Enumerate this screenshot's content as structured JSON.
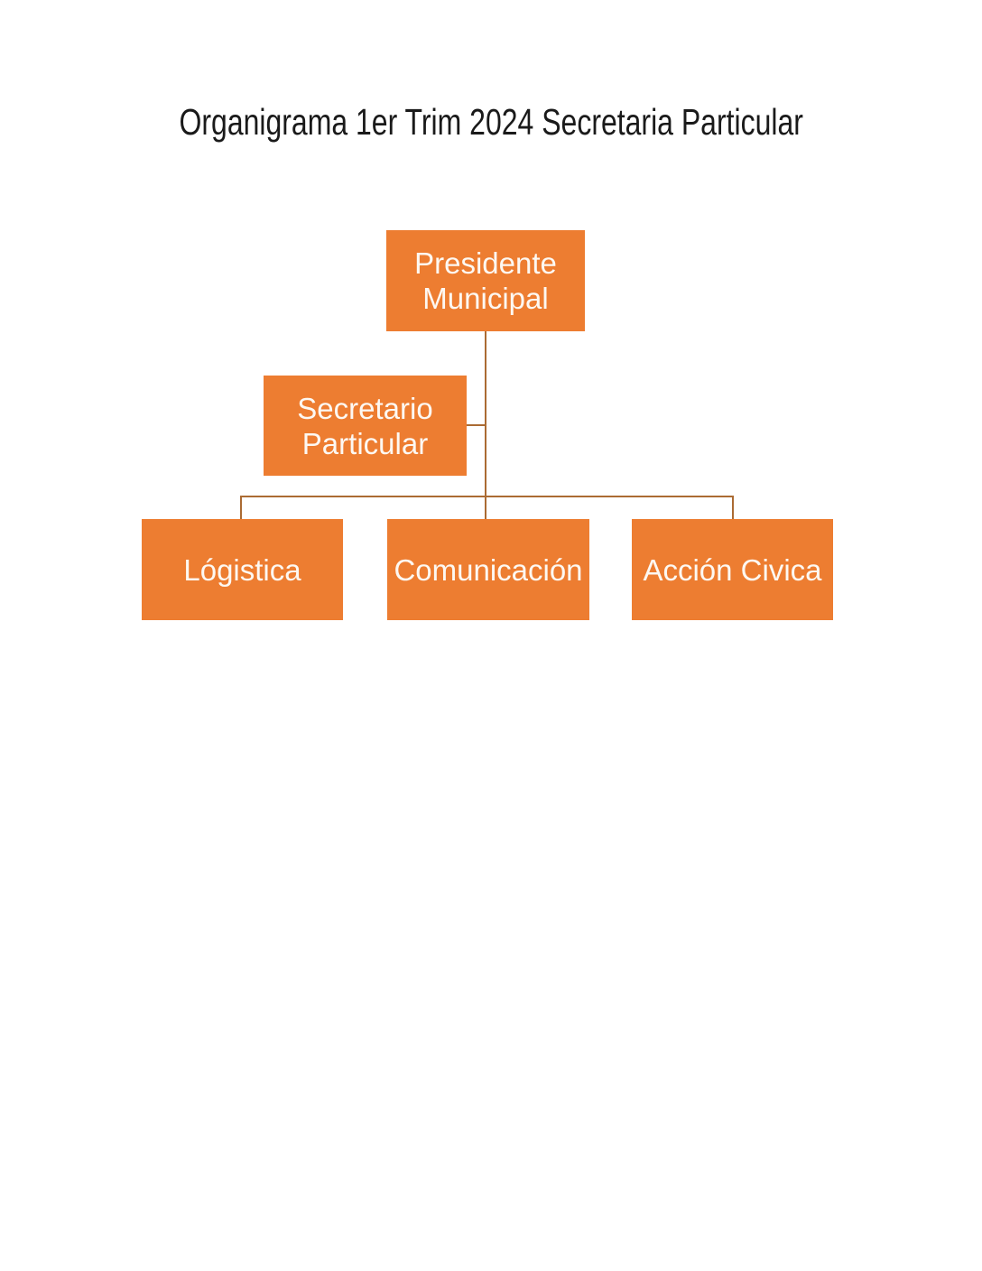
{
  "title": "Organigrama 1er Trim 2024 Secretaria Particular",
  "org": {
    "type": "org-chart",
    "nodes": [
      {
        "id": "presidente-municipal",
        "label": "Presidente Municipal",
        "level": 1
      },
      {
        "id": "secretario-particular",
        "label": "Secretario Particular",
        "level": 2,
        "role": "assistant"
      },
      {
        "id": "logistica",
        "label": "Lógistica",
        "level": 3
      },
      {
        "id": "comunicacion",
        "label": "Comunicación",
        "level": 3
      },
      {
        "id": "accion-civica",
        "label": "Acción Civica",
        "level": 3
      }
    ],
    "edges": [
      {
        "from": "presidente-municipal",
        "to": "secretario-particular"
      },
      {
        "from": "presidente-municipal",
        "to": "logistica"
      },
      {
        "from": "presidente-municipal",
        "to": "comunicacion"
      },
      {
        "from": "presidente-municipal",
        "to": "accion-civica"
      }
    ]
  },
  "colors": {
    "node_fill": "#ED7D31",
    "node_text": "#FDF8F2",
    "connector": "#AB6B33",
    "title_color": "#1a1a1a",
    "page_bg": "#ffffff"
  }
}
